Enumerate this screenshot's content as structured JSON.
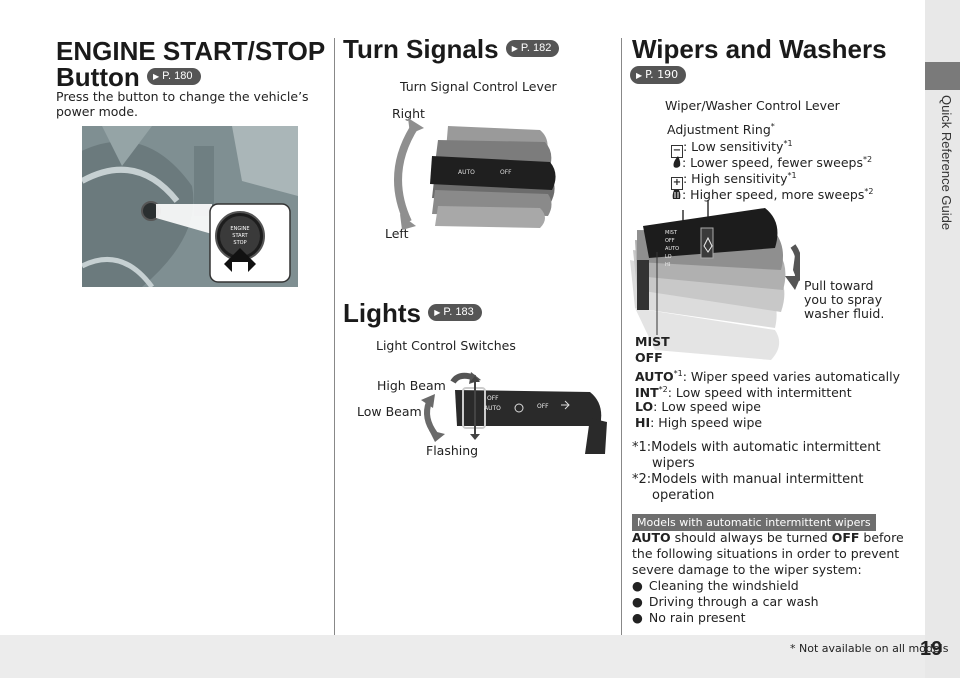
{
  "sidebar": {
    "label": "Quick Reference Guide"
  },
  "page_number": "19",
  "footnote": "* Not available on all models",
  "engine": {
    "title_line1": "ENGINE START/STOP",
    "title_line2": "Button",
    "page_ref": "P. 180",
    "desc_line1": "Press the button to change the vehicle’s",
    "desc_line2": "power mode.",
    "button_lines": [
      "ENGINE",
      "START",
      "STOP"
    ]
  },
  "turn": {
    "title": "Turn Signals",
    "page_ref": "P. 182",
    "lever_label": "Turn Signal Control Lever",
    "right": "Right",
    "left": "Left"
  },
  "lights": {
    "title": "Lights",
    "page_ref": "P. 183",
    "switch_label": "Light Control Switches",
    "high_beam": "High Beam",
    "low_beam": "Low Beam",
    "flashing": "Flashing",
    "knob_labels": {
      "off1": "OFF",
      "auto": "AUTO",
      "off2": "OFF"
    }
  },
  "wipers": {
    "title": "Wipers and Washers",
    "page_ref": "P. 190",
    "lever_label": "Wiper/Washer Control Lever",
    "adj_ring": "Adjustment Ring",
    "adj_star": "*",
    "minus_text": ": Low sensitivity",
    "drop_slow_text": ": Lower speed, fewer sweeps",
    "plus_text": ": High sensitivity",
    "drop_fast_text": ": Higher speed, more sweeps",
    "sup1": "*1",
    "sup2": "*2",
    "pull_line1": "Pull toward",
    "pull_line2": "you to spray",
    "pull_line3": "washer fluid.",
    "mist": "MIST",
    "off": "OFF",
    "auto": "AUTO",
    "auto_text": ": Wiper speed varies automatically",
    "int": "INT",
    "int_text": ": Low speed with intermittent",
    "lo": "LO",
    "lo_text": ": Low speed wipe",
    "hi": "HI",
    "hi_text": ": High speed wipe",
    "note1_line1": "*1:Models with automatic intermittent",
    "note1_line2": "wipers",
    "note2_line1": "*2:Models with manual intermittent",
    "note2_line2": "operation",
    "badge": "Models with automatic intermittent wipers",
    "warn_auto": "AUTO",
    "warn_l1_mid": " should always be turned ",
    "warn_off": "OFF",
    "warn_l1_end": " before",
    "warn_l2": "the following situations in order to prevent",
    "warn_l3": "severe damage to the wiper system:",
    "bullets": [
      "Cleaning the windshield",
      "Driving through a car wash",
      "No rain present"
    ],
    "lever_marks": {
      "mist": "MIST",
      "off": "OFF",
      "auto": "AUTO",
      "lo": "LO",
      "hi": "HI"
    }
  }
}
